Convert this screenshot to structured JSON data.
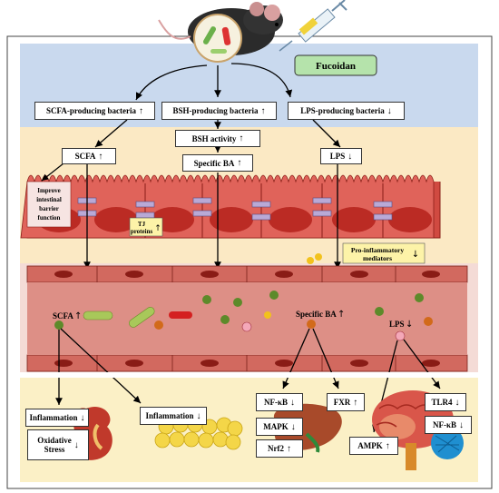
{
  "fucoidan": "Fucoidan",
  "bacteria": {
    "scfa": {
      "label": "SCFA-producing bacteria",
      "arrow": "↑"
    },
    "bsh": {
      "label": "BSH-producing bacteria",
      "arrow": "↑"
    },
    "lps": {
      "label": "LPS-producing bacteria",
      "arrow": "↓"
    }
  },
  "metabolites": {
    "scfa": {
      "label": "SCFA",
      "arrow": "↑"
    },
    "bsh_activity": {
      "label": "BSH activity",
      "arrow": "↑"
    },
    "specific_ba": {
      "label": "Specific BA",
      "arrow": "↑"
    },
    "lps": {
      "label": "LPS",
      "arrow": "↓"
    }
  },
  "barrier": {
    "line1": "Improve",
    "line2": "intestinal",
    "line3": "barrier",
    "line4": "function"
  },
  "tj": {
    "line1": "TJ",
    "line2": "proteins",
    "arrow": "↑"
  },
  "proinflammatory": {
    "line1": "Pro-inflammatory",
    "line2": "mediators",
    "arrow": "↓"
  },
  "vessel": {
    "scfa": {
      "label": "SCFA",
      "arrow": "↑"
    },
    "specific_ba": {
      "label": "Specific BA",
      "arrow": "↑"
    },
    "lps": {
      "label": "LPS",
      "arrow": "↓"
    }
  },
  "effects": {
    "inflammation_kidney": {
      "label": "Inflammation",
      "arrow": "↓"
    },
    "oxidative": {
      "line1": "Oxidative",
      "line2": "Stress",
      "arrow": "↓"
    },
    "inflammation_fat": {
      "label": "Inflammation",
      "arrow": "↓"
    },
    "nfkb_liver": {
      "label": "NF-κB",
      "arrow": "↓"
    },
    "fxr": {
      "label": "FXR",
      "arrow": "↑"
    },
    "mapk": {
      "label": "MAPK",
      "arrow": "↓"
    },
    "nrf2": {
      "label": "Nrf2",
      "arrow": "↑"
    },
    "tlr4": {
      "label": "TLR4",
      "arrow": "↓"
    },
    "nfkb_brain": {
      "label": "NF-κB",
      "arrow": "↓"
    },
    "ampk": {
      "label": "AMPK",
      "arrow": "↑"
    }
  },
  "colors": {
    "blue_band": "#c9d9ee",
    "cream_band": "#fbe9c4",
    "pink_band": "#f2d7d3",
    "bottom_band": "#fbf0c6",
    "cell": "#d9534a",
    "cell_dark": "#c2302a",
    "vessel": "#d77f76",
    "tj": "#b9a9d6",
    "fucoidan_box": "#b5e3ab"
  }
}
